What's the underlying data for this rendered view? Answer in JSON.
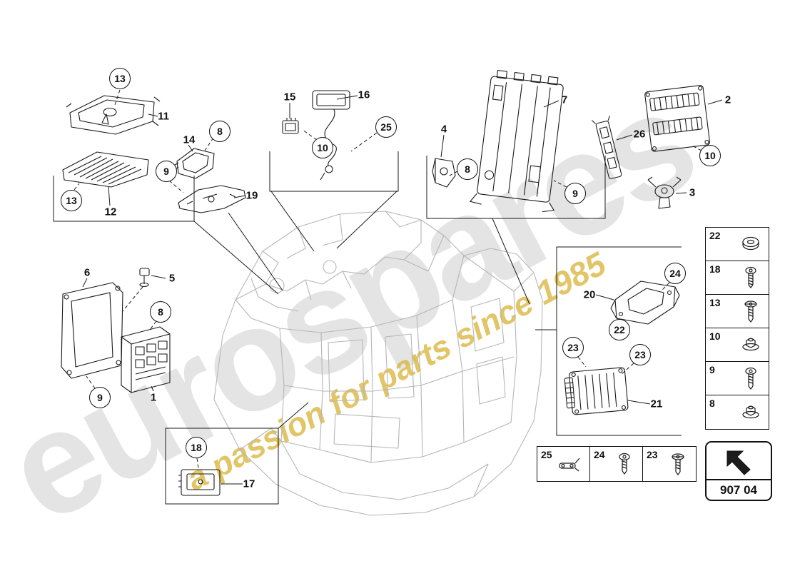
{
  "watermark": {
    "main": "eurospares",
    "sub": "a passion for parts since 1985"
  },
  "code_box": {
    "code": "907 04",
    "icon": "back-arrow-icon"
  },
  "circles": [
    {
      "label": "13"
    },
    {
      "label": "8"
    },
    {
      "label": "9"
    },
    {
      "label": "13"
    },
    {
      "label": "10"
    },
    {
      "label": "25"
    },
    {
      "label": "8"
    },
    {
      "label": "9"
    },
    {
      "label": "10"
    },
    {
      "label": "8"
    },
    {
      "label": "9"
    },
    {
      "label": "18"
    },
    {
      "label": "24"
    },
    {
      "label": "22"
    },
    {
      "label": "23"
    },
    {
      "label": "23"
    }
  ],
  "labels": [
    {
      "label": "11"
    },
    {
      "label": "12"
    },
    {
      "label": "14"
    },
    {
      "label": "19"
    },
    {
      "label": "15"
    },
    {
      "label": "16"
    },
    {
      "label": "7"
    },
    {
      "label": "4"
    },
    {
      "label": "26"
    },
    {
      "label": "2"
    },
    {
      "label": "3"
    },
    {
      "label": "6"
    },
    {
      "label": "5"
    },
    {
      "label": "1"
    },
    {
      "label": "17"
    },
    {
      "label": "20"
    },
    {
      "label": "21"
    }
  ],
  "sidebar": {
    "rows": [
      {
        "num": "22",
        "icon": "washer-icon"
      },
      {
        "num": "18",
        "icon": "pan-screw-icon"
      },
      {
        "num": "13",
        "icon": "torx-screw-icon"
      },
      {
        "num": "10",
        "icon": "flange-nut-icon"
      },
      {
        "num": "9",
        "icon": "torx-screw-icon"
      },
      {
        "num": "8",
        "icon": "flange-nut-icon"
      }
    ]
  },
  "bottom_table": {
    "cells": [
      {
        "num": "25",
        "icon": "cable-clip-icon"
      },
      {
        "num": "24",
        "icon": "pan-screw-icon"
      },
      {
        "num": "23",
        "icon": "torx-screw-icon"
      }
    ]
  }
}
